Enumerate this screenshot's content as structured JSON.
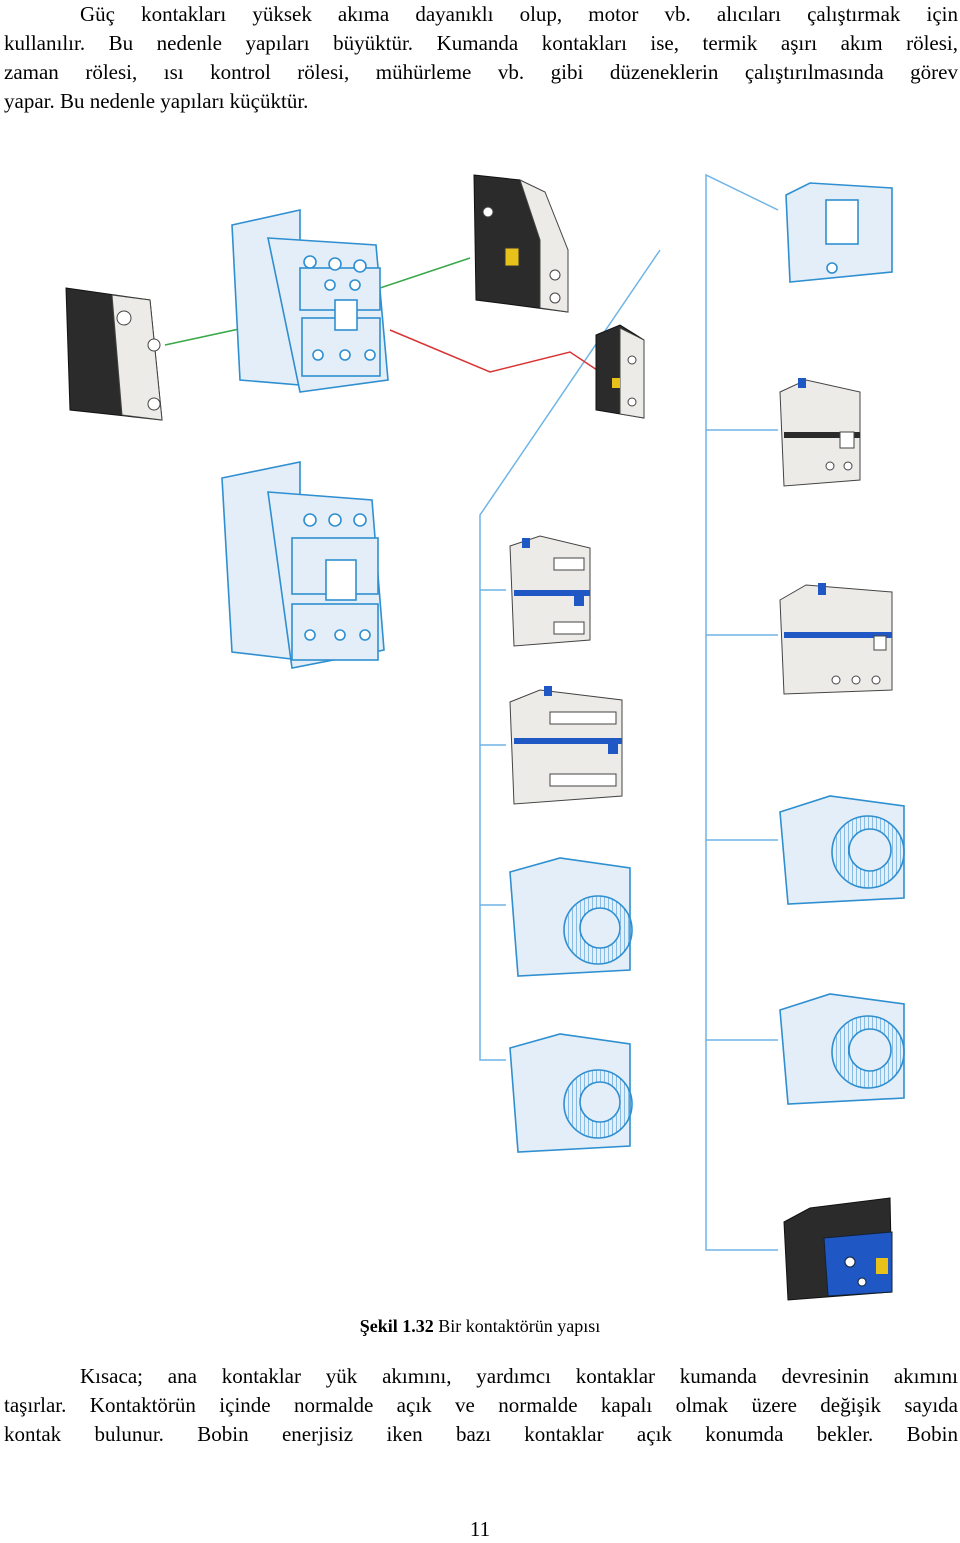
{
  "top_paragraph": {
    "lines": [
      "Güç kontakları yüksek akıma dayanıklı olup, motor vb. alıcıları çalıştırmak için",
      "kullanılır. Bu nedenle yapıları büyüktür. Kumanda kontakları ise, termik aşırı akım rölesi,",
      "zaman rölesi, ısı kontrol rölesi, mühürleme vb. gibi düzeneklerin çalıştırılmasında görev",
      "yapar. Bu nedenle yapıları küçüktür."
    ]
  },
  "figure": {
    "caption_label": "Şekil 1.32",
    "caption_text": "Bir kontaktörün yapısı",
    "colors": {
      "blueprint": "#2f8fd0",
      "blueprint_fill": "#e3eef8",
      "dark_body": "#2b2b2b",
      "light_body": "#ecebe7",
      "blue_module": "#1f57c4",
      "green_line": "#38a848",
      "red_line": "#d83434",
      "leader_line": "#6fb4e6",
      "yellow_accent": "#e8c21a"
    }
  },
  "bottom_paragraph": {
    "lines": [
      "Kısaca; ana kontaklar yük akımını, yardımcı kontaklar kumanda devresinin akımını",
      "taşırlar. Kontaktörün içinde normalde açık ve normalde kapalı olmak üzere değişik sayıda",
      "kontak bulunur. Bobin enerjisiz iken bazı kontaklar açık konumda bekler. Bobin"
    ]
  },
  "page_number": "11"
}
